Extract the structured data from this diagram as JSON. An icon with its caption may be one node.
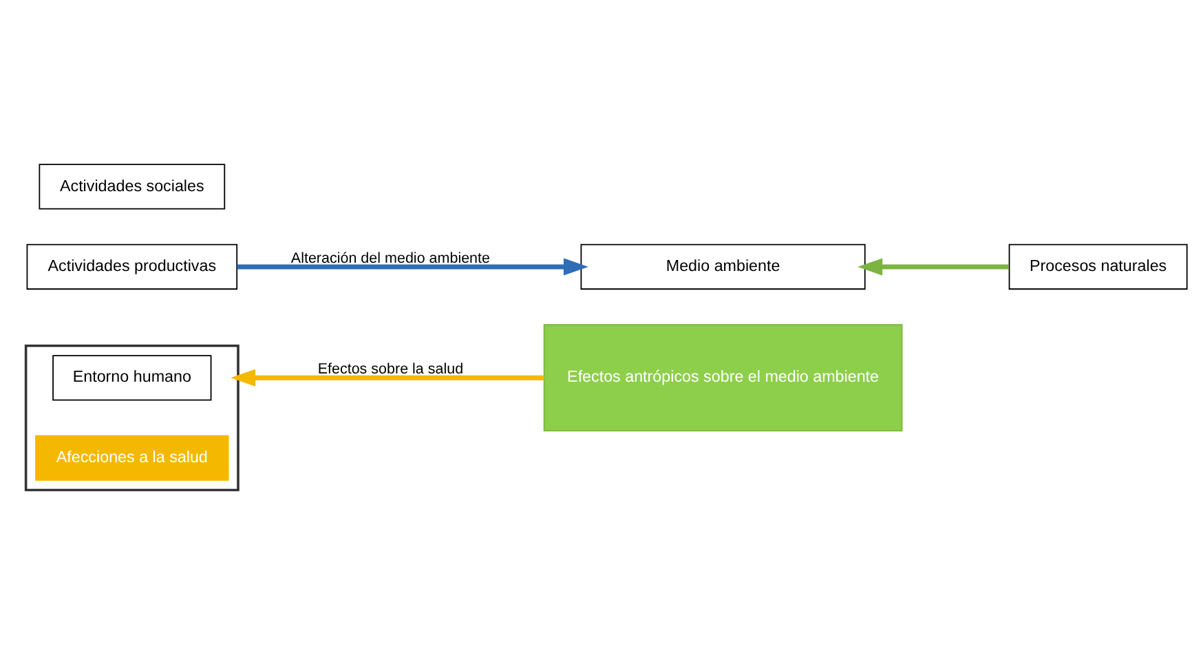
{
  "diagram": {
    "nodes": [
      {
        "text": [],
        "shape": "box"
      },
      {
        "text": [
          "Entorno humano"
        ],
        "in": 0
      },
      {
        "text": [
          "Afecciones a la salud"
        ],
        "in": 0
      },
      {
        "text": [
          "Actividades productivas"
        ]
      },
      {
        "text": [
          "Actividades sociales"
        ]
      },
      {
        "text": [
          "Efectos antrópicos sobre el medio ambiente"
        ]
      },
      {
        "text": [
          "Medio ambiente"
        ]
      },
      {
        "text": [
          "Procesos naturales"
        ]
      }
    ],
    "edges": [
      {
        "from": 5,
        "to": 0,
        "arrow": "to",
        "label": "Efectos sobre la salud",
        "color": "#f5b800"
      },
      {
        "from": 3,
        "to": 6,
        "arrow": "to",
        "label": "Alteración del medio ambiente",
        "color": "#2f6db5"
      },
      {
        "from": 7,
        "to": 6,
        "arrow": "to",
        "color": "#7cb342"
      }
    ]
  }
}
